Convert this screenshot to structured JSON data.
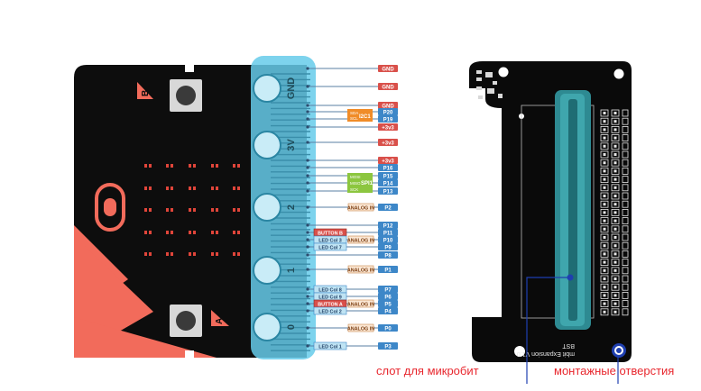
{
  "microbit": {
    "button_b": "B",
    "button_a": "A",
    "edge_pins": [
      "GND",
      "3V",
      "2",
      "1",
      "0"
    ]
  },
  "pin_labels": {
    "gnd": "GND",
    "plus3v3": "+3v3",
    "p20": "P20",
    "p19": "P19",
    "p16": "P16",
    "p15": "P15",
    "p14": "P14",
    "p13": "P13",
    "p2": "P2",
    "p12": "P12",
    "p11": "P11",
    "p10": "P10",
    "p9": "P9",
    "p8": "P8",
    "p1": "P1",
    "p7": "P7",
    "p6": "P6",
    "p5": "P5",
    "p4": "P4",
    "p0": "P0",
    "p3": "P3"
  },
  "function_labels": {
    "i2c": "I2C1",
    "sda": "SDA",
    "scl": "SCL",
    "spi": "SPI1",
    "mosi": "MOSI",
    "miso": "MISO",
    "sck": "SCK",
    "analog_in": "ANALOG IN",
    "button_b": "BUTTON B",
    "button_a": "BUTTON A",
    "led_col_1": "LED Col 1",
    "led_col_2": "LED Col 2",
    "led_col_3": "LED Col 3",
    "led_col_7": "LED Col 7",
    "led_col_8": "LED Col 8",
    "led_col_9": "LED Col 9"
  },
  "board": {
    "silkscreen_line1": "mbit Expansion V1.0",
    "silkscreen_line2": "BST"
  },
  "captions": {
    "slot": "слот для микробит",
    "holes": "монтажные отверстия"
  },
  "colors": {
    "board_black": "#0d0d0d",
    "accent_coral": "#f26b5b",
    "led_red": "#e0453a",
    "highlight_blue": "#66cbea",
    "gnd_red": "#d9504a",
    "pin_blue": "#3d87c8",
    "i2c_orange": "#f08c28",
    "spi_green": "#8cc63f",
    "slot_teal": "#2e8a92",
    "caption_red": "#e8272e",
    "callout_blue": "#1f3fb0"
  }
}
